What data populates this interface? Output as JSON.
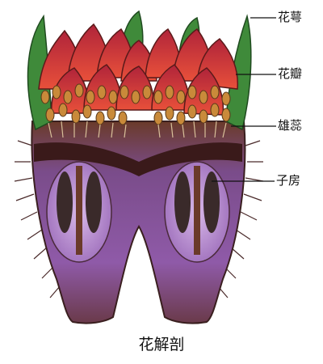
{
  "labels": {
    "sepal": "花萼",
    "petal": "花瓣",
    "stamen": "雄蕊",
    "ovary": "子房"
  },
  "caption": "花解剖",
  "colors": {
    "sepal_green": "#3f8a3a",
    "petal_red": "#d23a38",
    "anther_brown": "#8b5a2b",
    "body_purple": "#8a57a8",
    "ovule_dark": "#3a2a2a",
    "leader_line": "#111111"
  }
}
